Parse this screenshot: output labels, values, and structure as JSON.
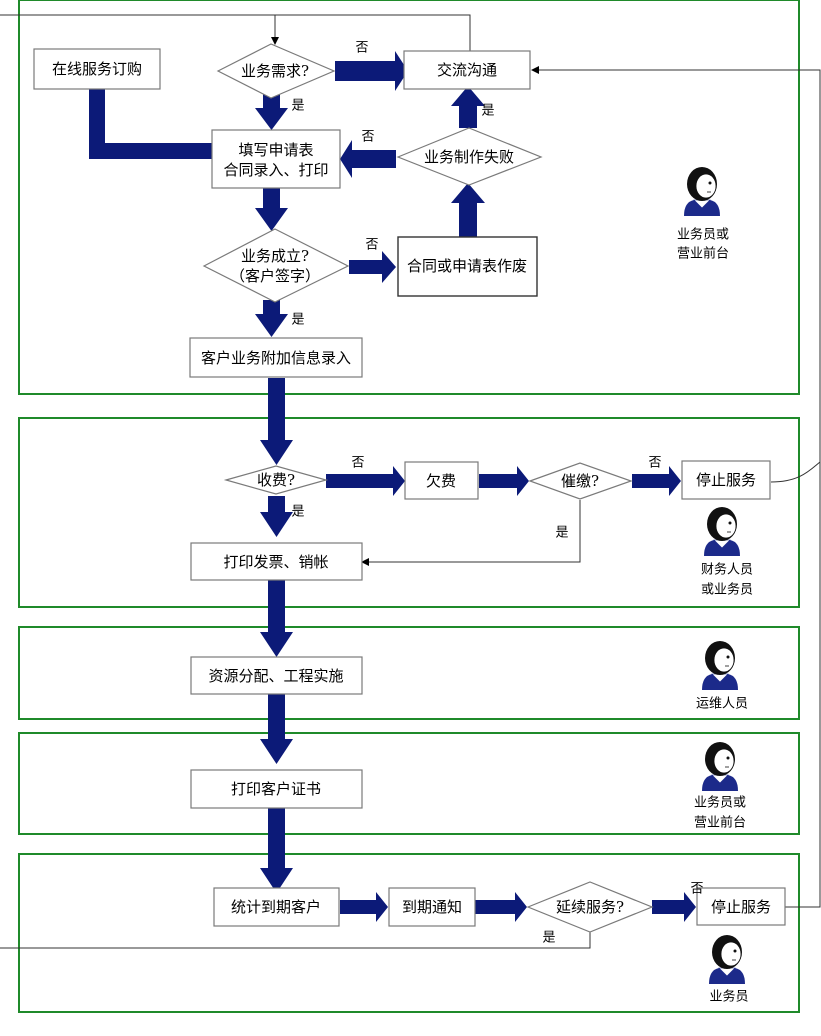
{
  "colors": {
    "lane_border": "#1f8a2a",
    "thick_arrow": "#0c1a78"
  },
  "nodes": {
    "online_order": "在线服务订购",
    "need_q": "业务需求?",
    "communicate": "交流沟通",
    "fill_form_1": "填写申请表",
    "fill_form_2": "合同录入、打印",
    "fail": "业务制作失败",
    "established_1": "业务成立?",
    "established_2": "（客户签字）",
    "void": "合同或申请表作废",
    "extra_info": "客户业务附加信息录入",
    "charge_q": "收费?",
    "owe": "欠费",
    "pay_q": "催缴?",
    "stop_1": "停止服务",
    "invoice": "打印发票、销帐",
    "resource": "资源分配、工程实施",
    "certificate": "打印客户证书",
    "stat": "统计到期客户",
    "notify": "到期通知",
    "continue_q": "延续服务?",
    "stop_2": "停止服务"
  },
  "edge_labels": {
    "yes": "是",
    "no": "否"
  },
  "roles": {
    "lane1": [
      "业务员或",
      "营业前台"
    ],
    "lane2": [
      "财务人员",
      "或业务员"
    ],
    "lane3": [
      "运维人员"
    ],
    "lane4": [
      "业务员或",
      "营业前台"
    ],
    "lane5": [
      "业务员"
    ]
  },
  "icons": [
    "person-icon"
  ]
}
